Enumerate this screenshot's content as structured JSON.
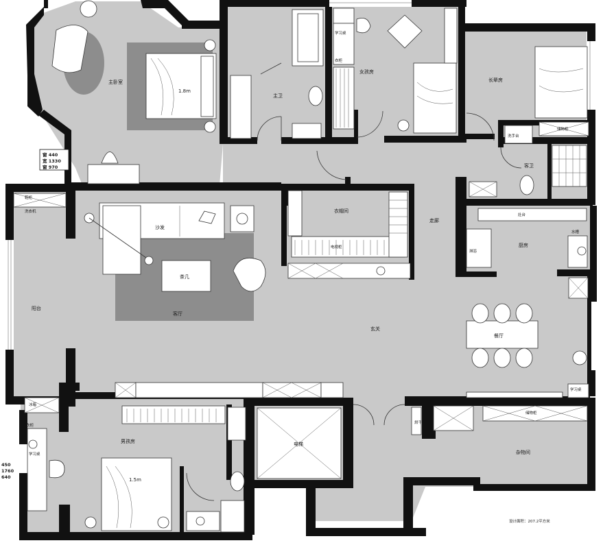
{
  "rooms": {
    "master_bedroom": "主卧室",
    "master_bed": "1.8m",
    "master_bath": "主卫",
    "girl_room": "女孩房",
    "elder_room": "长辈房",
    "guest_bath": "客卫",
    "closet": "衣帽间",
    "corridor": "走廊",
    "kitchen": "厨房",
    "sofa": "沙发",
    "tea_table": "茶几",
    "living_room": "客厅",
    "balcony": "阳台",
    "foyer": "玄关",
    "dining": "餐厅",
    "elevator": "电梯",
    "storage": "杂物间",
    "boy_room": "男孩房",
    "boy_bed": "1.5m",
    "study_desk": "学习桌",
    "study_desk2": "学习桌"
  },
  "small_labels": {
    "desk_upper": "学习桌",
    "wardrobe": "衣柜",
    "shoe_cabinet": "鞋柜",
    "storage_cabinet": "储物柜",
    "washer": "洗衣机",
    "shower": "淋浴",
    "dryer": "烘干",
    "tv_cabinet": "电视柜",
    "washstand": "洗手台",
    "fridge": "冰箱",
    "sink": "水槽",
    "cooktop": "灶台",
    "wardrobe2": "衣柜",
    "storage2": "储物柜"
  },
  "dims_top": {
    "line1": "窗 440",
    "line2": "宽 1330",
    "line3": "窗 970"
  },
  "dims_left": {
    "line1": "450",
    "line2": "1760",
    "line3": "640"
  },
  "area_note": "设计面积：207.2平方米",
  "colors": {
    "wall": "#111111",
    "floor": "#c9c9c9",
    "rug": "#8d8d8d",
    "furniture": "#ffffff"
  }
}
